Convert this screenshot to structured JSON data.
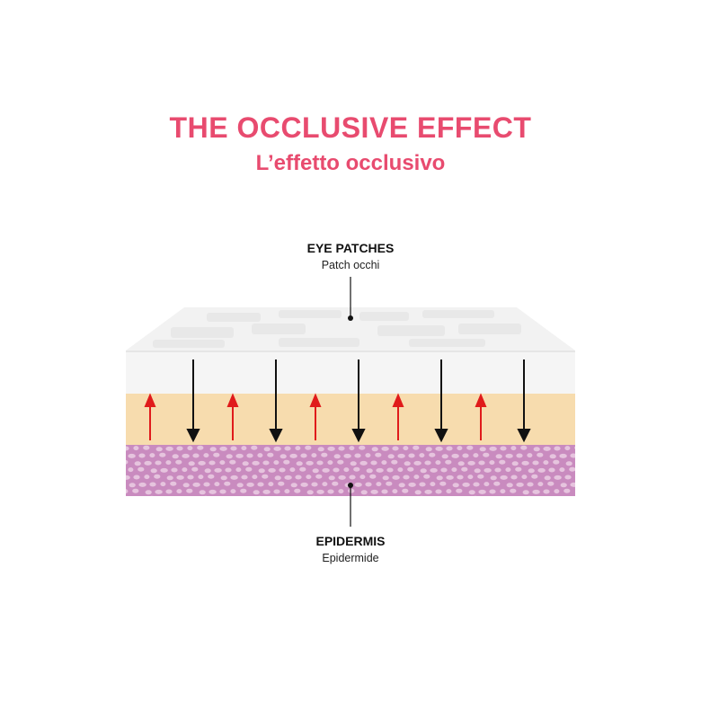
{
  "title": "THE OCCLUSIVE EFFECT",
  "subtitle": "L’effetto occlusivo",
  "top_label": {
    "main": "EYE PATCHES",
    "sub": "Patch occhi"
  },
  "bottom_label": {
    "main": "EPIDERMIS",
    "sub": "Epidermide"
  },
  "colors": {
    "accent": "#e84b6f",
    "patch": "#f3f3f3",
    "skin": "#f7dcae",
    "epidermis": "#c98bbf",
    "cells": "#e6c4de",
    "arrow_down": "#111111",
    "arrow_up": "#e01b1b"
  }
}
